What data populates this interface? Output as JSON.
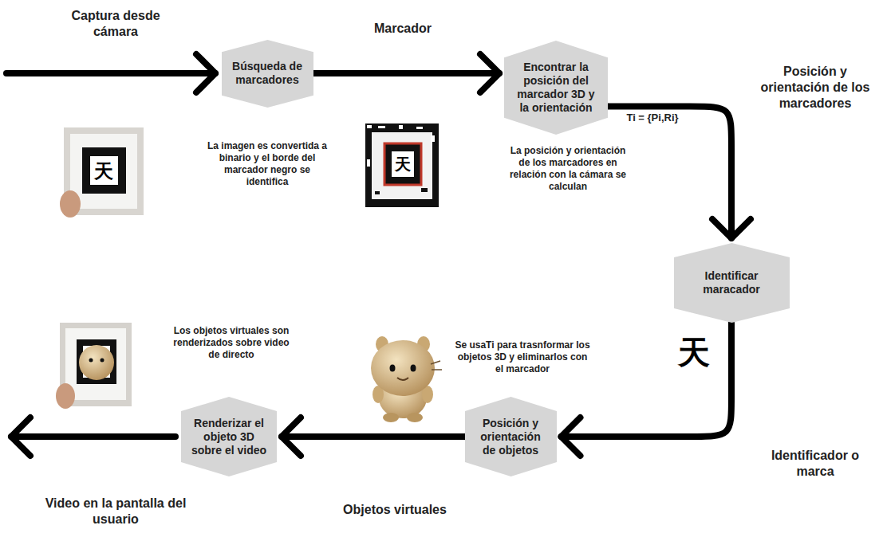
{
  "diagram": {
    "nodes": [
      {
        "text": [
          "Búsqueda de marcadores"
        ]
      },
      {
        "text": [
          "Encontrar la posición del marcador 3D y la orientación"
        ]
      },
      {
        "text": [
          "Identificar maracador"
        ]
      },
      {
        "text": [
          "Posición y orientación de objetos"
        ]
      },
      {
        "text": [
          "Renderizar el objeto 3D sobre el video"
        ]
      }
    ],
    "edges": [
      {
        "from": 0,
        "to": 1,
        "arrow": "to",
        "label": "Marcador"
      },
      {
        "from": 1,
        "to": 2,
        "arrow": "to",
        "label": "Posición y orientación de los marcadores"
      },
      {
        "from": 2,
        "to": 3,
        "arrow": "to",
        "label": "Identificador o marca"
      },
      {
        "from": 3,
        "to": 4,
        "arrow": "to",
        "label": "Objetos virtuales"
      }
    ],
    "labels": [
      "Captura desde cámara",
      "天",
      "La imagen es convertida a binario y el borde del marcador negro se identifica",
      "天",
      "La posición y orientación de los marcadores en relación con la cámara se calculan",
      "Ti = {Pi,Ri}",
      "天",
      "Se usaTi para trasnformar los objetos 3D y eliminarlos con el marcador",
      "Los objetos virtuales son renderizados sobre video de directo",
      "Video en la pantalla del usuario"
    ]
  }
}
